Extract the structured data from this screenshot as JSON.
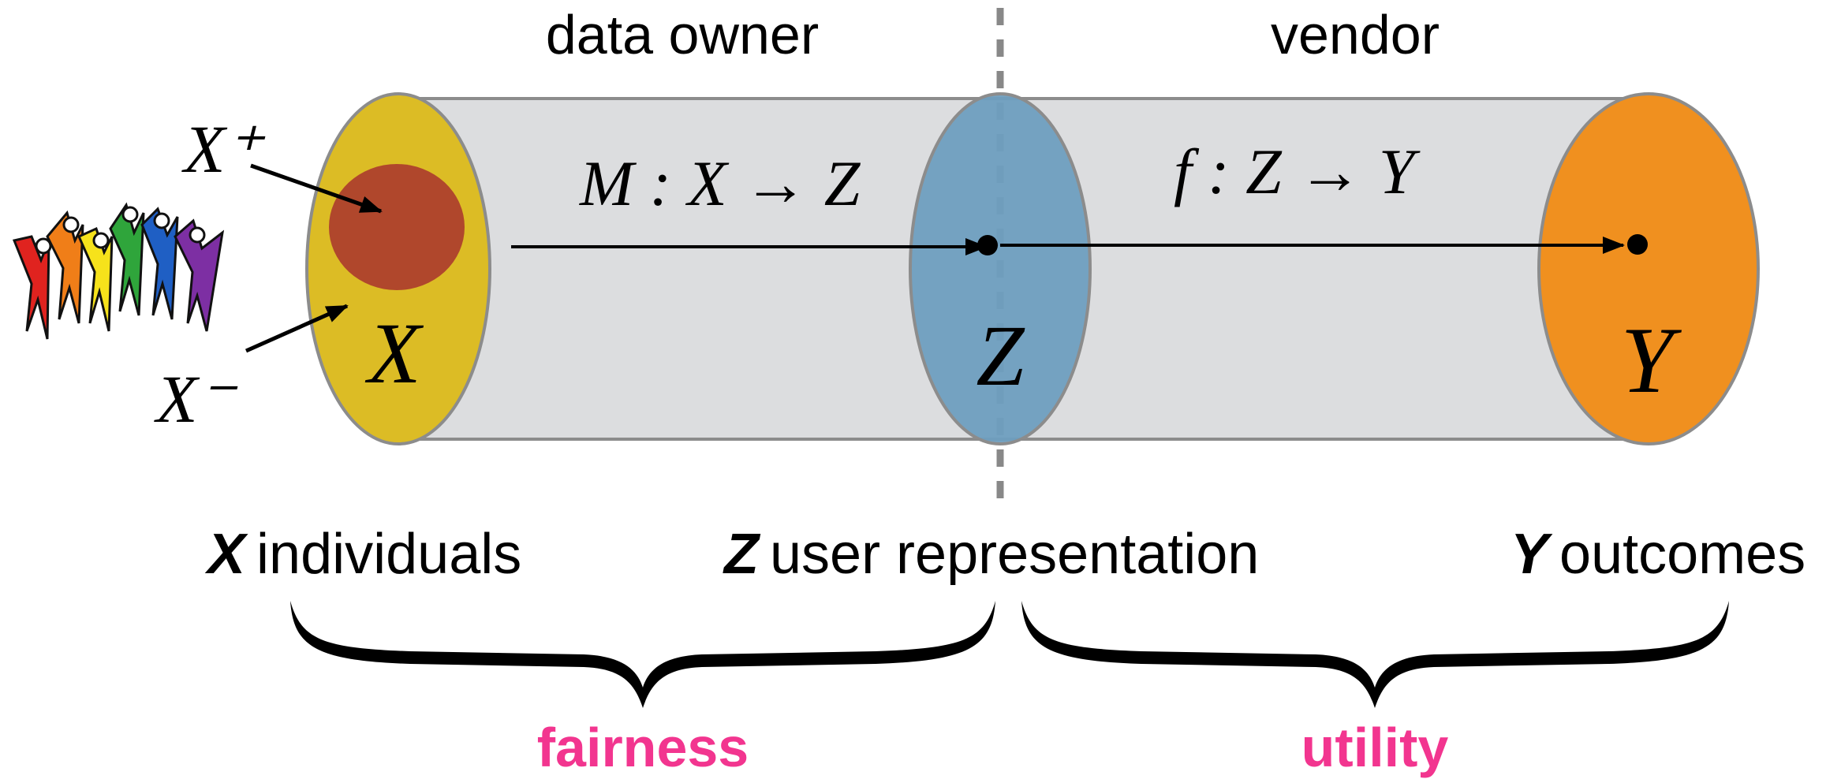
{
  "regions": {
    "left_label": "data owner",
    "right_label": "vendor"
  },
  "maps": {
    "encoder": "M : X → Z",
    "predictor": "f : Z → Y"
  },
  "sets": {
    "x": "X",
    "z": "Z",
    "y": "Y",
    "x_plus": "X⁺",
    "x_minus": "X⁻"
  },
  "captions": {
    "x_symbol": "X",
    "x_text": "individuals",
    "z_symbol": "Z",
    "z_text": "user representation",
    "y_symbol": "Y",
    "y_text": "outcomes"
  },
  "brackets": {
    "left": "fairness",
    "right": "utility"
  },
  "colors": {
    "cylinder": "#dcdddf",
    "x_set": "#dcbc25",
    "x_plus_subset": "#b0472c",
    "z_set": "#6e9ebf",
    "y_set": "#f0901f",
    "bracket_label": "#f2358f",
    "divider": "#888888"
  },
  "icons": {
    "people": "rainbow-people-icon"
  }
}
